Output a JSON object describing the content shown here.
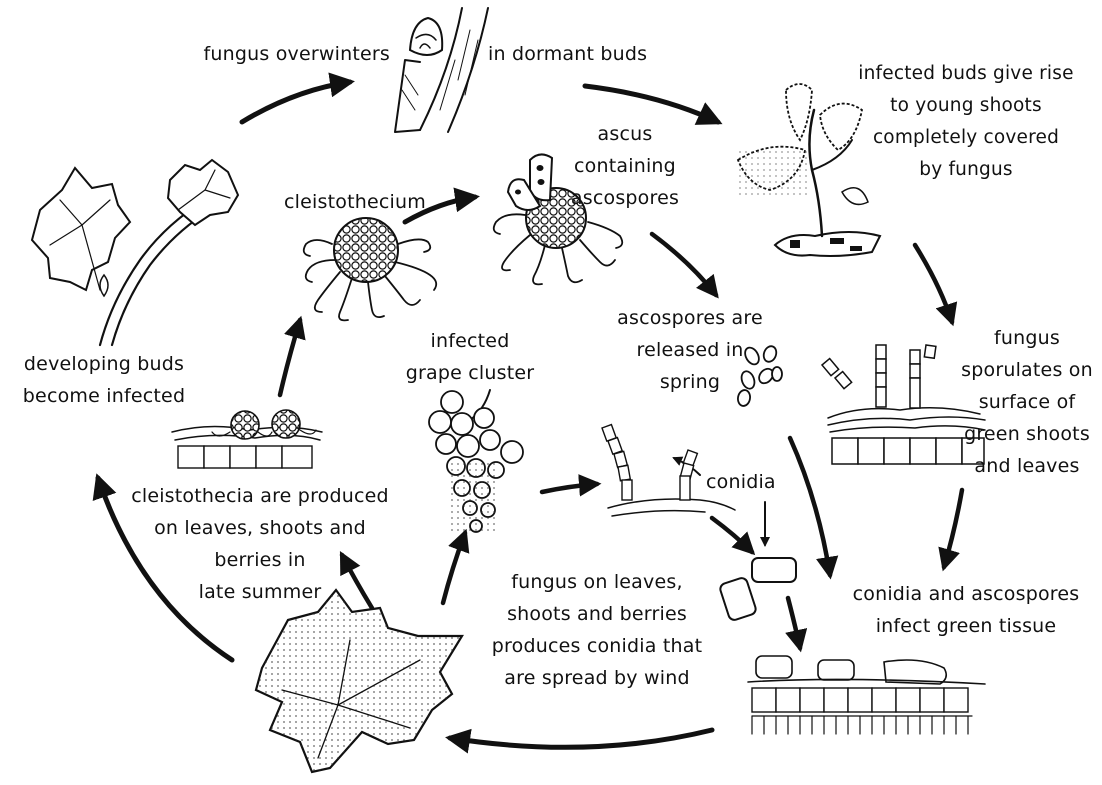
{
  "labels": {
    "overwinters": "fungus overwinters",
    "dormant_buds": "in dormant buds",
    "young_shoots": "infected buds give rise\nto young shoots\ncompletely covered\nby fungus",
    "ascus": "ascus\ncontaining\nascospores",
    "cleistothecium": "cleistothecium",
    "ascospores_released": "ascospores are\nreleased in\nspring",
    "developing_buds": "developing buds\nbecome infected",
    "infected_cluster": "infected\ngrape cluster",
    "sporulates": "fungus\nsporulates on\nsurface of\ngreen shoots\nand leaves",
    "conidia": "conidia",
    "cleistothecia_produced": "cleistothecia are produced\non leaves, shoots and\nberries in\nlate summer",
    "fungus_on_leaves": "fungus on leaves,\nshoots and berries\nproduces conidia that\nare spread by wind",
    "infect_green": "conidia and ascospores\ninfect green tissue"
  }
}
